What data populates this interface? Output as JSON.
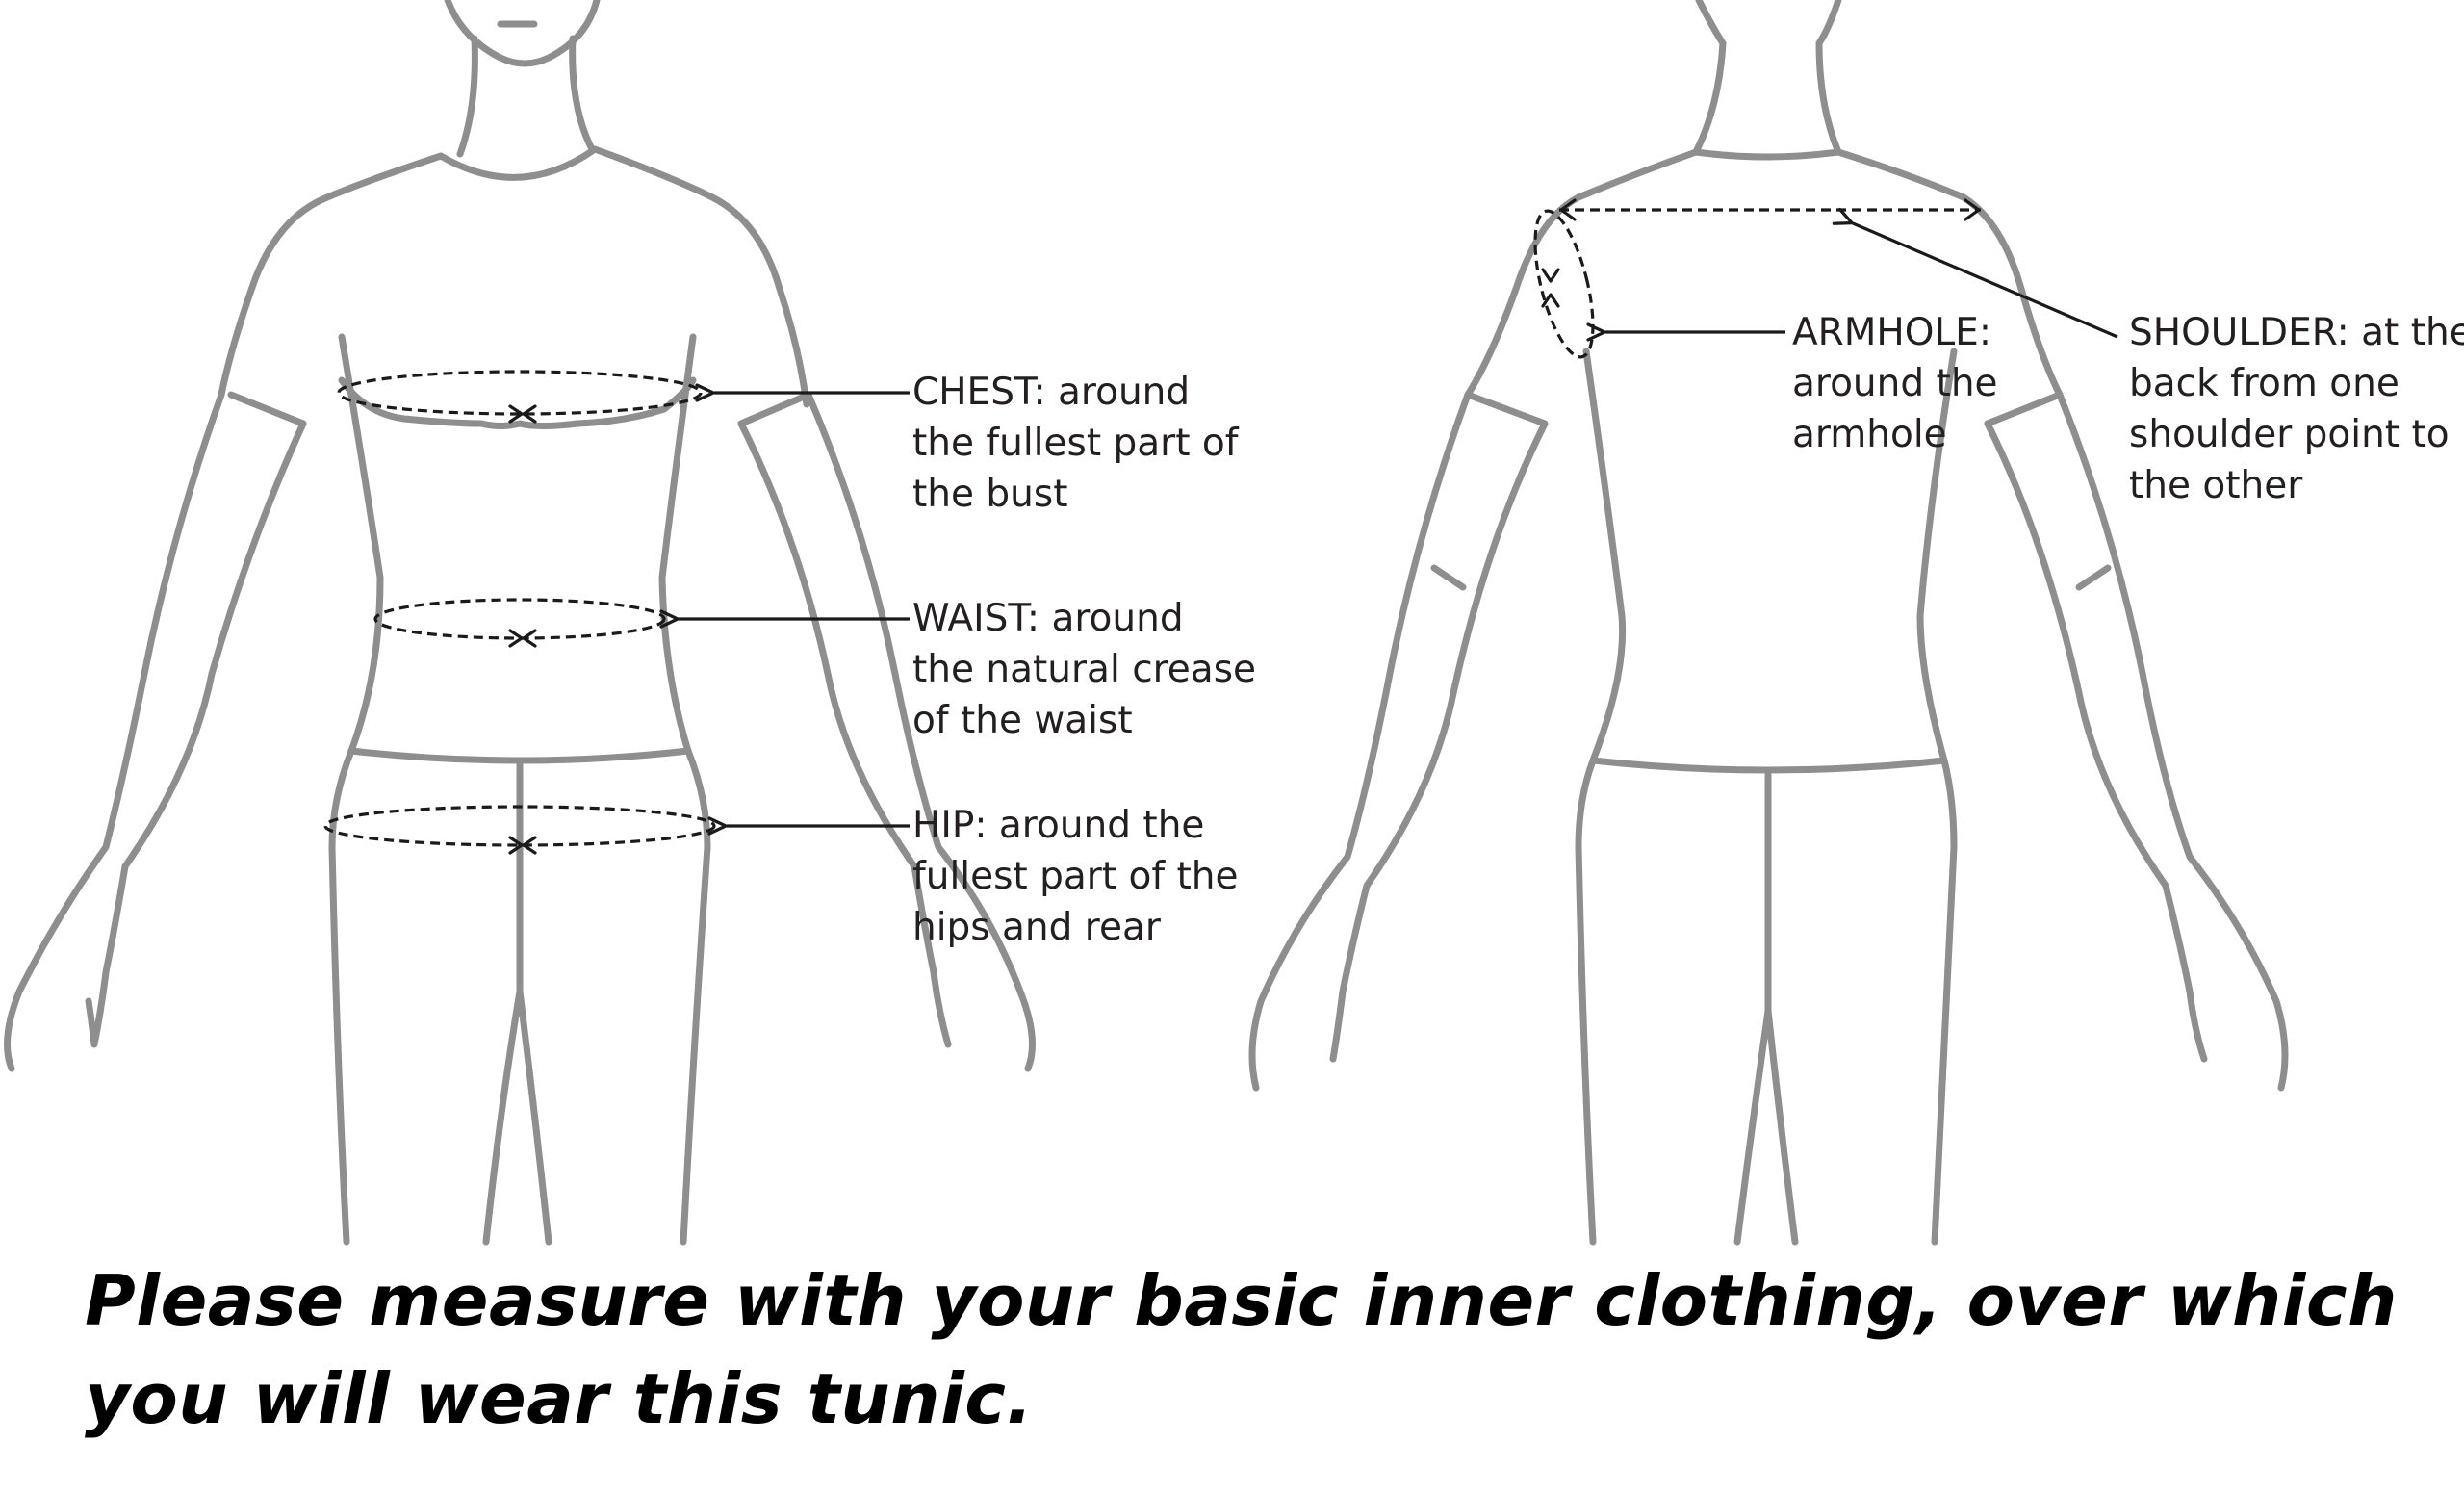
{
  "front_labels": {
    "chest": [
      "CHEST: around",
      "the fullest part of",
      "the bust"
    ],
    "waist": [
      "WAIST: around",
      "the natural crease",
      "of the waist"
    ],
    "hip": [
      "HIP: around the",
      "fullest part of the",
      "hips and rear"
    ]
  },
  "back_labels": {
    "armhole": [
      "ARMHOLE:",
      "around the",
      "armhole"
    ],
    "shoulder": [
      "SHOULDER: at the",
      "back from one",
      "shoulder point to",
      "the other"
    ]
  },
  "note": "Please measure with your basic inner clothing, over which you will wear this tunic.",
  "colors": {
    "figure_outline": "#8e8e8e",
    "measurement_lines": "#1a1a1a",
    "text": "#231f20"
  }
}
